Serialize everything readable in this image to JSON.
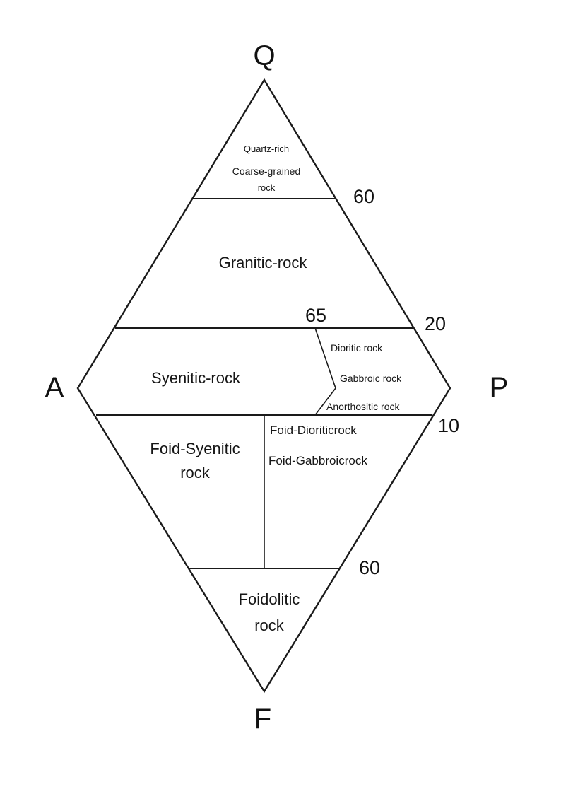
{
  "vertices": {
    "q": "Q",
    "a": "A",
    "p": "P",
    "f": "F"
  },
  "boundary_values": {
    "q60": "60",
    "q20": "20",
    "p65": "65",
    "f10": "10",
    "f60": "60"
  },
  "fields": {
    "quartz_rich": [
      "Quartz-rich",
      "Coarse-grained",
      "rock"
    ],
    "granitic": "Granitic-rock",
    "syenitic": "Syenitic-rock",
    "dioritic": "Dioritic rock",
    "gabbroic": "Gabbroic rock",
    "anorthositic": "Anorthositic rock",
    "foid_syenitic": [
      "Foid-Syenitic",
      "rock"
    ],
    "foid_dioritic": "Foid-Dioriticrock",
    "foid_gabbroic": "Foid-Gabbroicrock",
    "foidolitic": [
      "Foidolitic",
      "rock"
    ]
  }
}
